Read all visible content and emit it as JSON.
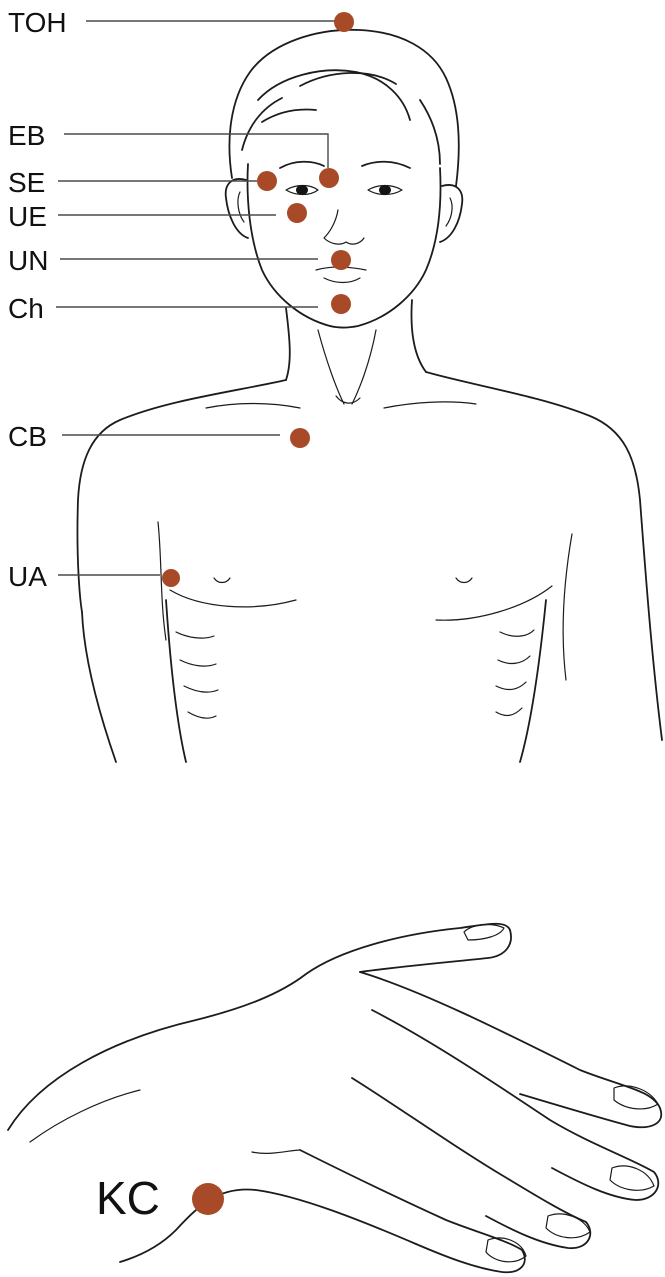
{
  "colors": {
    "point": "#a84a28",
    "ink": "#1c1c1c",
    "leader": "#4a4a4a",
    "background": "#ffffff"
  },
  "points": [
    {
      "id": "toh",
      "label": "TOH"
    },
    {
      "id": "eb",
      "label": "EB"
    },
    {
      "id": "se",
      "label": "SE"
    },
    {
      "id": "ue",
      "label": "UE"
    },
    {
      "id": "un",
      "label": "UN"
    },
    {
      "id": "ch",
      "label": "Ch"
    },
    {
      "id": "cb",
      "label": "CB"
    },
    {
      "id": "ua",
      "label": "UA"
    },
    {
      "id": "kc",
      "label": "KC"
    }
  ]
}
